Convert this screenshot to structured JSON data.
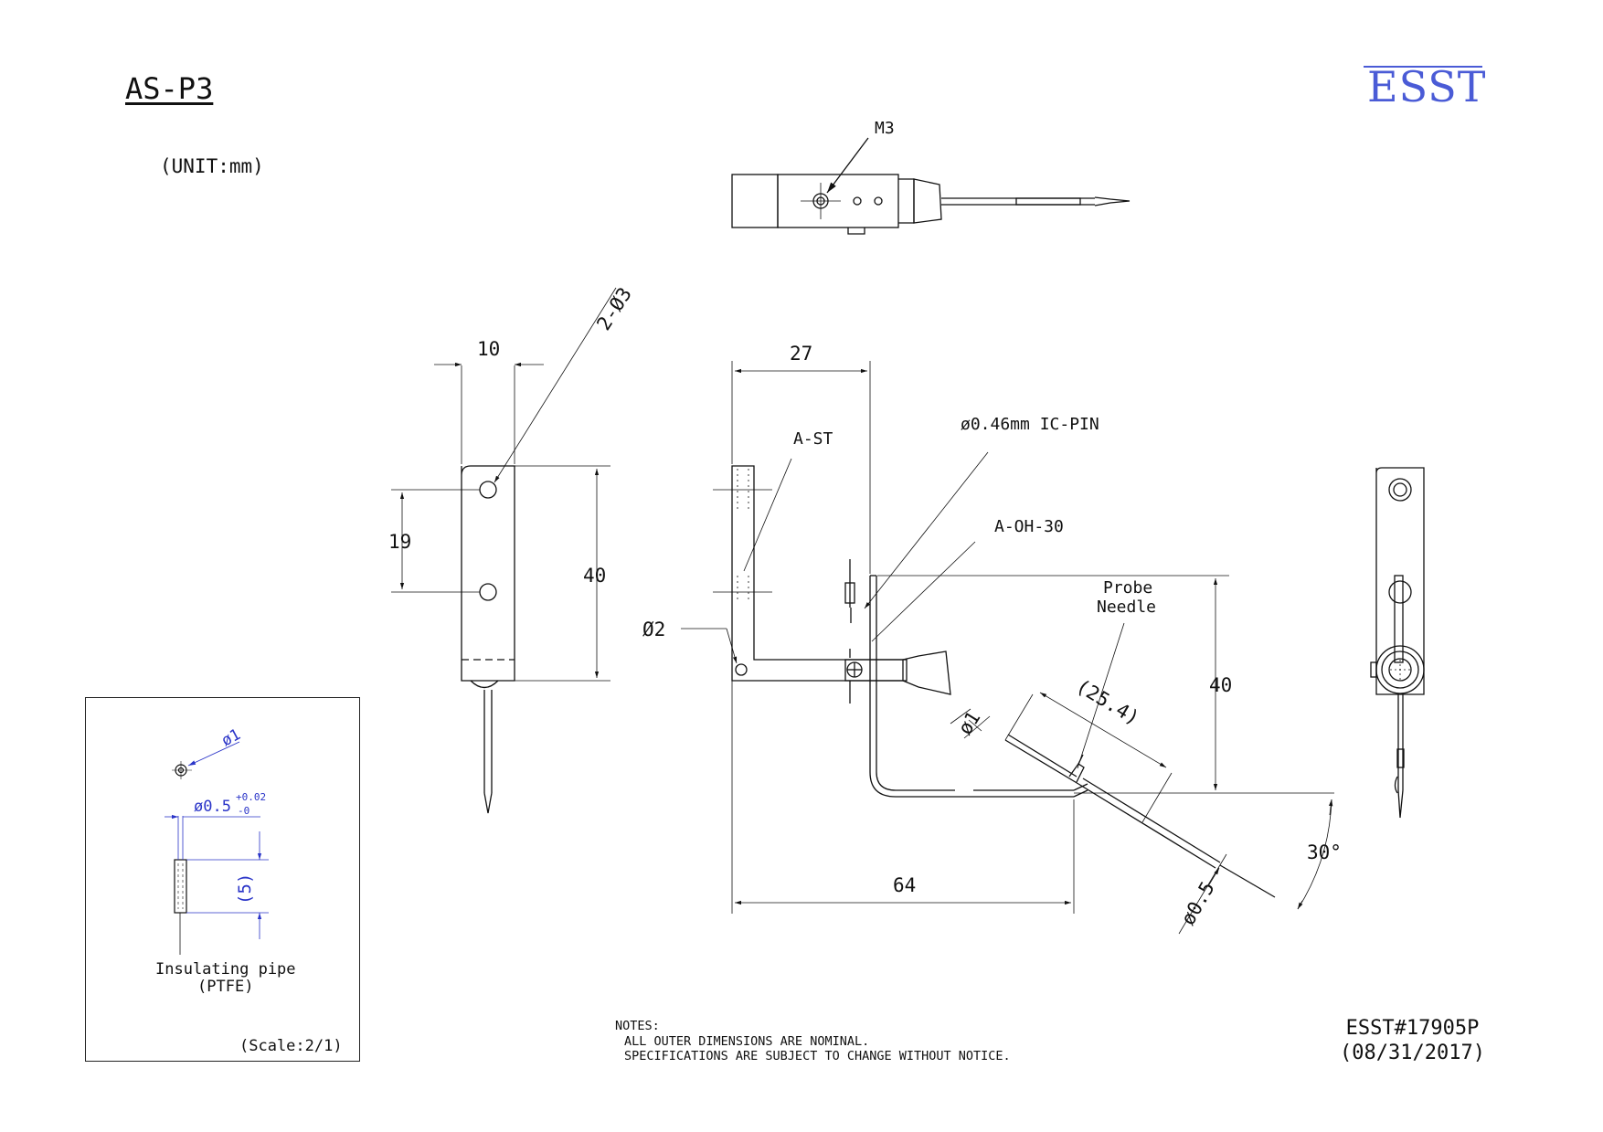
{
  "title": "AS-P3",
  "unit_note": "(UNIT:mm)",
  "logo": {
    "text": "ESST",
    "color": "#4a5bd6"
  },
  "top_view": {
    "label_m3": "M3"
  },
  "front_view": {
    "dim_width": "10",
    "dim_holes": "2-Ø3",
    "dim_pitch": "19",
    "dim_height": "40"
  },
  "side_view": {
    "dim_27": "27",
    "label_ast": "A-ST",
    "label_icpin": "ø0.46mm IC-PIN",
    "label_aoh": "A-OH-30",
    "label_probe": "Probe",
    "label_needle": "Needle",
    "dim_d2": "Ø2",
    "dim_40": "40",
    "dim_d1": "ø1",
    "dim_254": "(25.4)",
    "dim_64": "64",
    "dim_d05": "ø0.5",
    "dim_30": "30°"
  },
  "inset": {
    "dim_d1": "ø1",
    "dim_d05_base": "ø0.5",
    "dim_d05_tol_up": "+0.02",
    "dim_d05_tol_down": "-0",
    "dim_5": "(5)",
    "label_line1": "Insulating pipe",
    "label_line2": "(PTFE)",
    "scale": "(Scale:2/1)",
    "dim_color": "#2a34c8"
  },
  "notes": {
    "heading": "NOTES:",
    "line1": "ALL OUTER DIMENSIONS ARE NOMINAL.",
    "line2": "SPECIFICATIONS ARE SUBJECT TO CHANGE WITHOUT NOTICE."
  },
  "doc": {
    "number": "ESST#17905P",
    "date": "(08/31/2017)"
  }
}
